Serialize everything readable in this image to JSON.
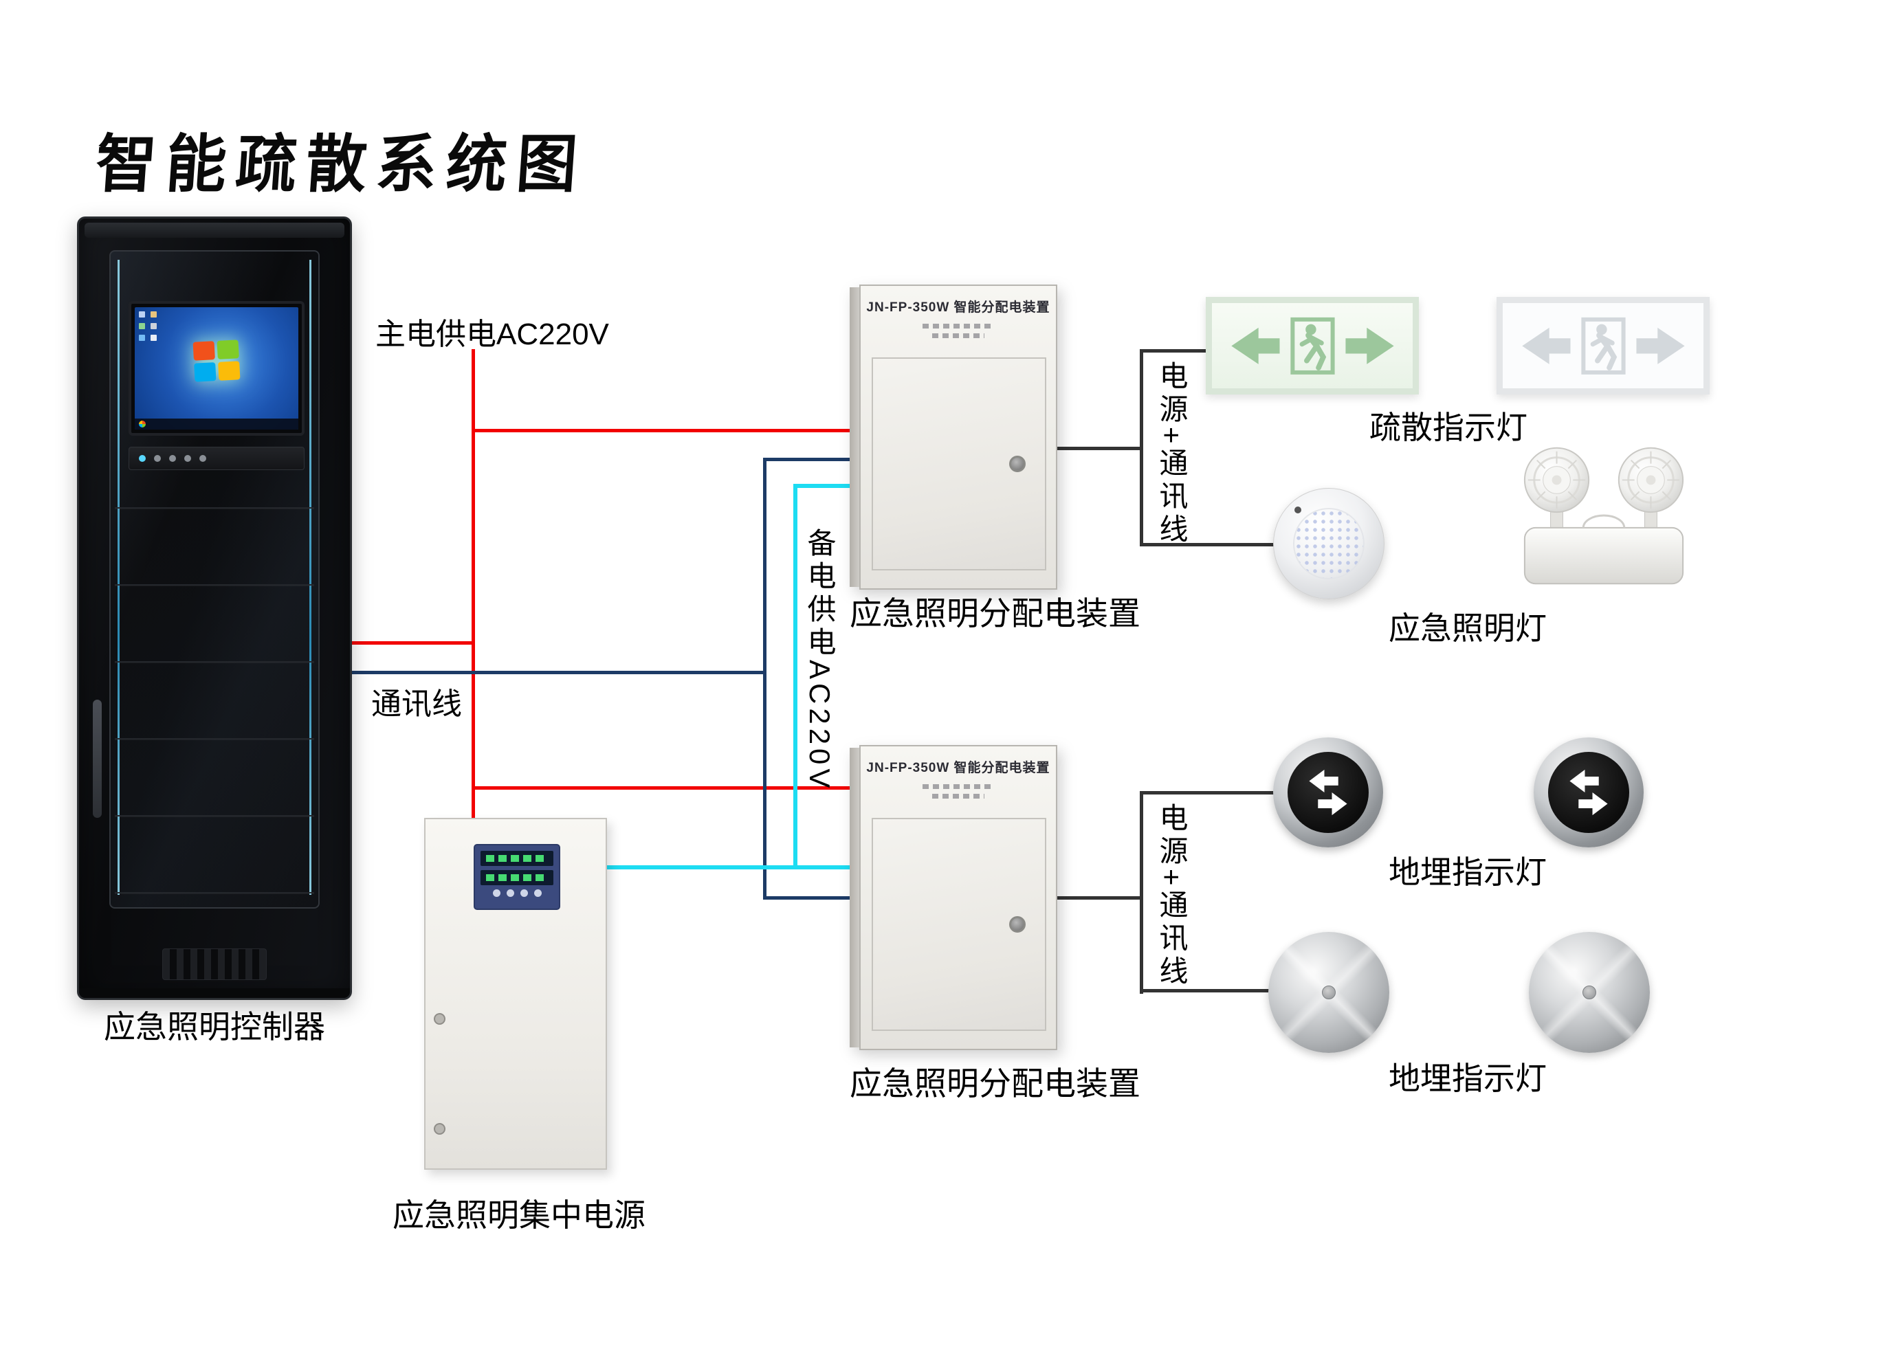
{
  "title": "智能疏散系统图",
  "palette": {
    "main_power_red": "#f20000",
    "comm_navy": "#1d3b66",
    "backup_cyan": "#1ddcf2",
    "connector_dark": "#333333"
  },
  "controller": {
    "label": "应急照明控制器"
  },
  "central_power": {
    "label": "应急照明集中电源"
  },
  "dist_box_top": {
    "panel_title": "JN-FP-350W 智能分配电装置",
    "label": "应急照明分配电装置"
  },
  "dist_box_bottom": {
    "panel_title": "JN-FP-350W 智能分配电装置",
    "label": "应急照明分配电装置"
  },
  "exit_sign_group": {
    "label": "疏散指示灯"
  },
  "emergency_light_group": {
    "label": "应急照明灯"
  },
  "ground_light_group_top": {
    "label": "地埋指示灯"
  },
  "ground_light_group_bottom": {
    "label": "地埋指示灯"
  },
  "wire_labels": {
    "main_power": "主电供电AC220V",
    "comm": "通讯线",
    "backup_power": "备电供电AC220V",
    "power_comm_top": "电源+通讯线",
    "power_comm_bottom": "电源+通讯线"
  }
}
